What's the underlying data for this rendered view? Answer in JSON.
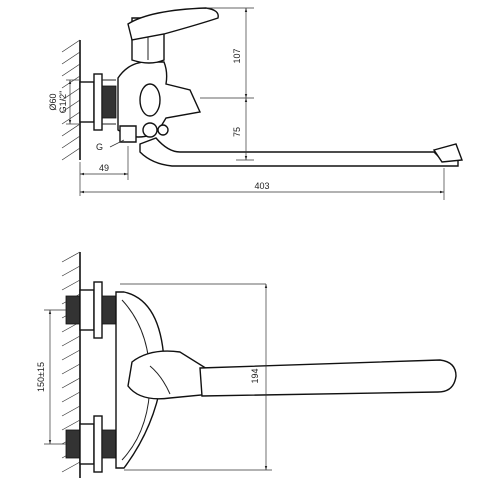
{
  "views": {
    "side": {
      "dimensions": {
        "height_body": "107",
        "height_spout": "75",
        "wall_to_axis": "49",
        "spout_reach": "403",
        "outer_diameter": "Ø60",
        "inlet_thread": "G1/2\"",
        "outlet_thread": "G"
      }
    },
    "front": {
      "dimensions": {
        "inlet_spacing": "150±15",
        "spout_height": "194"
      }
    }
  }
}
